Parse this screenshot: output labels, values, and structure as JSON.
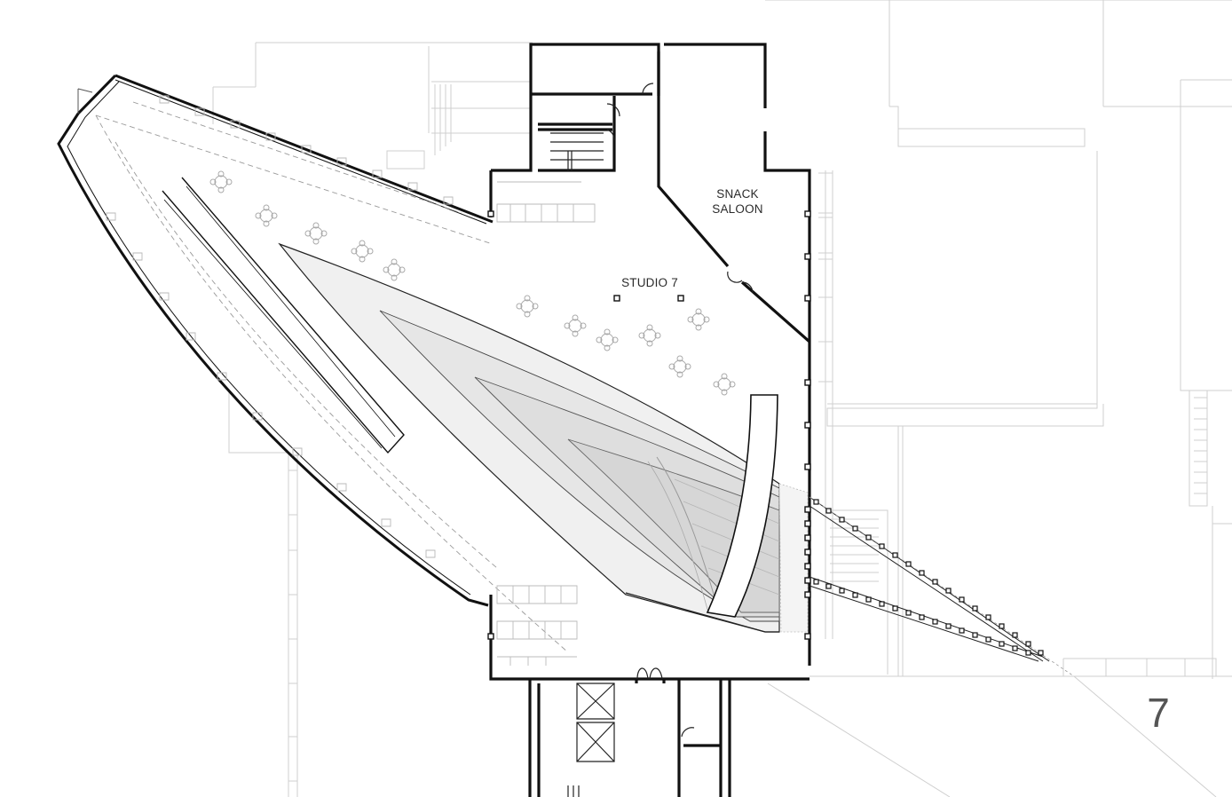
{
  "plan": {
    "rooms": [
      {
        "id": "snack-saloon",
        "lines": [
          "SNACK",
          "SALOON"
        ]
      },
      {
        "id": "studio-7",
        "lines": [
          "STUDIO 7"
        ]
      }
    ],
    "level_number": "7"
  },
  "colors": {
    "background": "#ffffff",
    "wall": "#111111",
    "context_lines": "#cfcfcf",
    "ramp_fill_light": "#f0f0f0",
    "ramp_fill_mid": "#e4e4e4",
    "ramp_fill_dark": "#d6d6d6",
    "level_number": "#555555"
  }
}
